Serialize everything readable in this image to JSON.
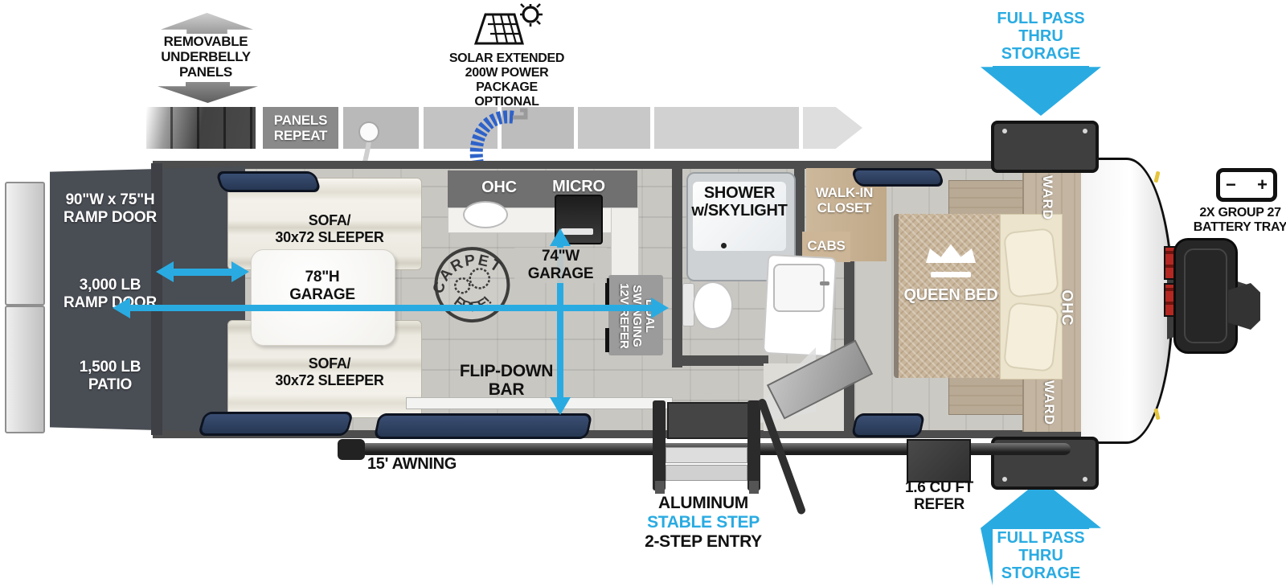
{
  "colors": {
    "accent": "#29abe2",
    "wall": "#4d4d4d",
    "window_navy": "#2d3e5e",
    "ramp_dark": "#494d54"
  },
  "callouts": {
    "underbelly": "REMOVABLE\nUNDERBELLY\nPANELS",
    "panels_repeat": "PANELS\nREPEAT",
    "solar": "SOLAR EXTENDED\n200W POWER PACKAGE\nOPTIONAL",
    "full_pass_top": "FULL PASS\nTHRU\nSTORAGE",
    "full_pass_bottom": "FULL PASS\nTHRU\nSTORAGE",
    "battery_label": "2X GROUP 27\nBATTERY TRAY",
    "battery_minus": "−",
    "battery_plus": "+",
    "awning": "15' AWNING",
    "step_material": "ALUMINUM",
    "step_brand": "STABLE STEP",
    "step_entry": "2-STEP ENTRY",
    "exterior_refer": "1.6 CU FT\nREFER"
  },
  "rear": {
    "ramp_size": "90\"W x 75\"H\nRAMP DOOR",
    "ramp_capacity": "3,000 LB\nRAMP DOOR",
    "patio_capacity": "1,500 LB\nPATIO"
  },
  "garage": {
    "sofa_top": "SOFA/\n30x72 SLEEPER",
    "sofa_bottom": "SOFA/\n30x72 SLEEPER",
    "garage_height": "78\"H\nGARAGE",
    "garage_width": "74\"W\nGARAGE",
    "flip_down_bar": "FLIP-DOWN\nBAR",
    "carpet_stamp_top": "CARPET",
    "carpet_stamp_bottom": "FREE!"
  },
  "kitchen": {
    "ohc": "OHC",
    "micro": "MICRO",
    "refer": "DUAL\nSWINGING\n12V REFER"
  },
  "bath": {
    "shower": "SHOWER\nw/SKYLIGHT",
    "walk_in_closet": "WALK-IN\nCLOSET",
    "cabs": "CABS"
  },
  "bedroom": {
    "queen_bed": "QUEEN BED",
    "ward_top": "WARD",
    "ohc": "OHC",
    "ward_bottom": "WARD"
  }
}
